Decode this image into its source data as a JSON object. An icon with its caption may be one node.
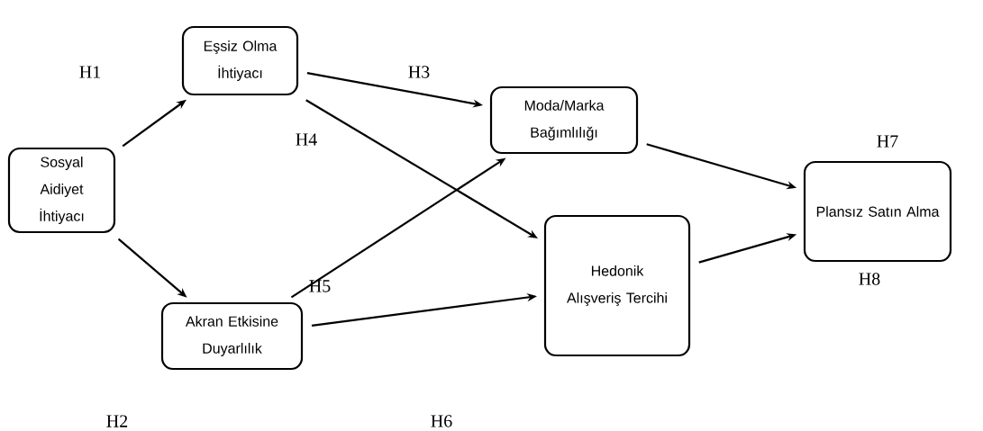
{
  "diagram": {
    "nodes": [
      {
        "text": [
          "Sosyal Aidiyet İhtiyacı"
        ]
      },
      {
        "text": [
          "Eşsiz Olma İhtiyacı"
        ]
      },
      {
        "text": [
          "Akran Etkisine Duyarlılık"
        ]
      },
      {
        "text": [
          "Moda/Marka Bağımlılığı"
        ]
      },
      {
        "text": [
          "Hedonik Alışveriş Tercihi"
        ]
      },
      {
        "text": [
          "Plansız Satın Alma"
        ]
      }
    ],
    "edges": [
      {
        "from": 0,
        "to": 1,
        "arrow": "to"
      },
      {
        "from": 0,
        "to": 2,
        "arrow": "to"
      },
      {
        "from": 1,
        "to": 3,
        "arrow": "to"
      },
      {
        "from": 1,
        "to": 4,
        "arrow": "to"
      },
      {
        "from": 2,
        "to": 3,
        "arrow": "to"
      },
      {
        "from": 2,
        "to": 4,
        "arrow": "to"
      },
      {
        "from": 3,
        "to": 5,
        "arrow": "to"
      },
      {
        "from": 4,
        "to": 5,
        "arrow": "to"
      }
    ],
    "labels": [
      "H1",
      "H3",
      "H4",
      "H7",
      "H5",
      "H8",
      "H2",
      "H6"
    ]
  }
}
